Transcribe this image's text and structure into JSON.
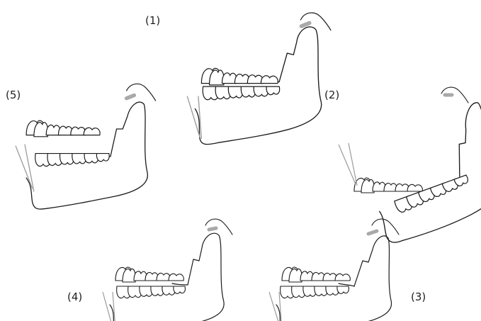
{
  "panels": [
    {
      "label": "(1)"
    },
    {
      "label": "(2)"
    },
    {
      "label": "(3)"
    },
    {
      "label": "(4)"
    },
    {
      "label": "(5)"
    }
  ],
  "colors": {
    "line": "#1c1c1c",
    "articular_disc": "#a9a9a9",
    "reference_line": "#9a9a9a"
  }
}
